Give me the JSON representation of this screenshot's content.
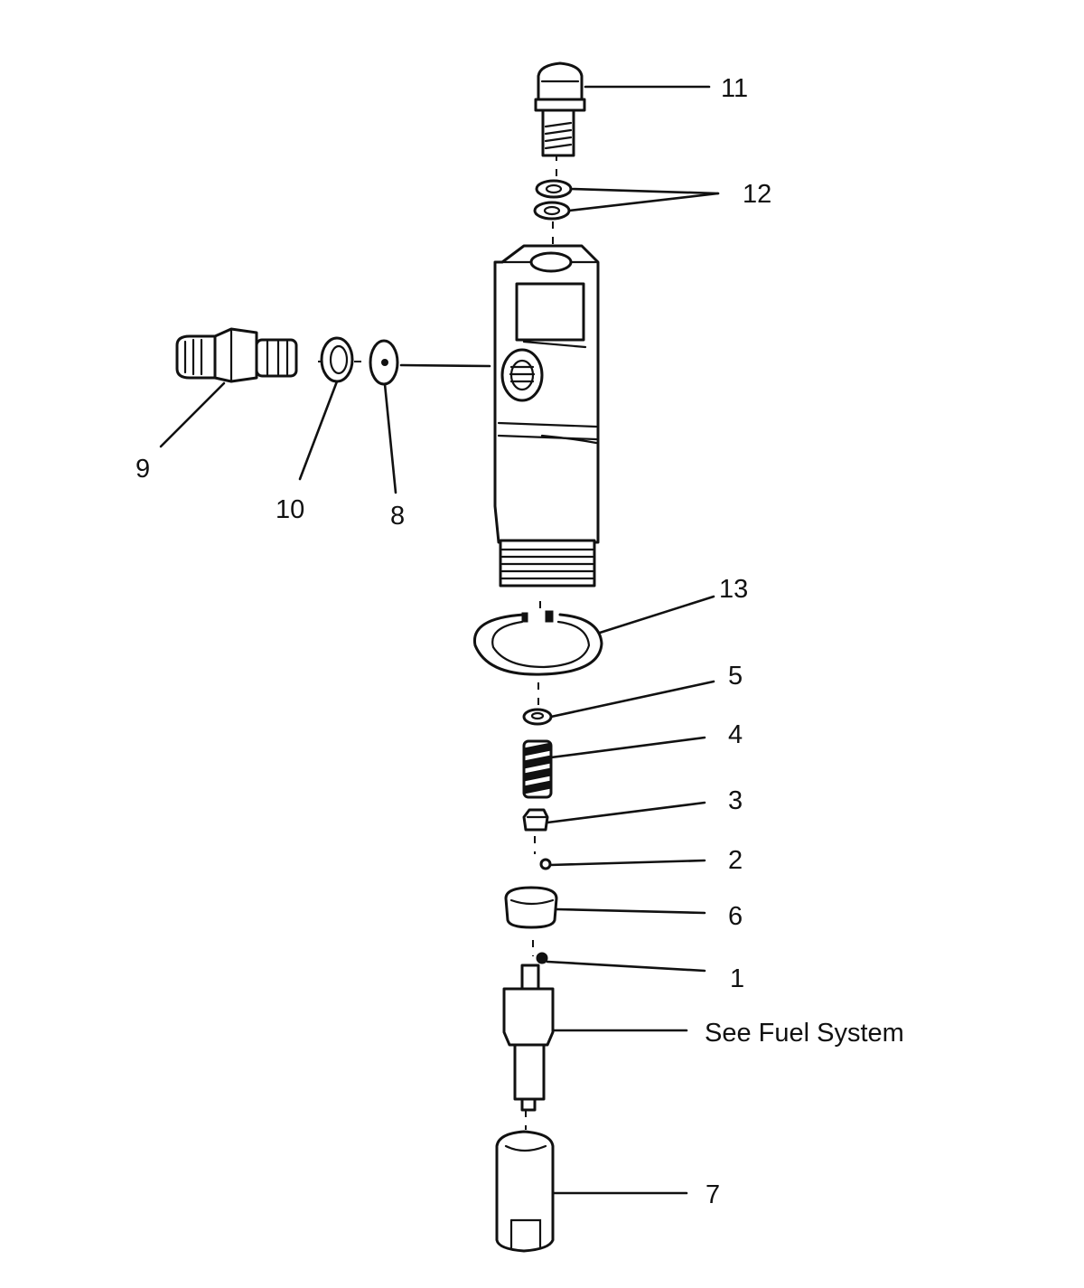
{
  "callouts": {
    "c1": "1",
    "c2": "2",
    "c3": "3",
    "c4": "4",
    "c5": "5",
    "c6": "6",
    "c7": "7",
    "c8": "8",
    "c9": "9",
    "c10": "10",
    "c11": "11",
    "c12": "12",
    "c13": "13",
    "see_fuel_system": "See Fuel System"
  },
  "colors": {
    "ink": "#111111",
    "paper": "#ffffff"
  }
}
